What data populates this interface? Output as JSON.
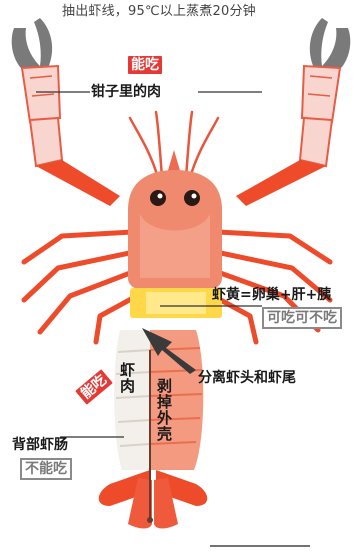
{
  "caption": "抽出虾线，95℃以上蒸煮20分钟",
  "labels": {
    "edible_badge_top": "能吃",
    "claw_meat": "钳子里的肉",
    "roe": "虾黄=卵巢+肝+胰",
    "roe_status": "可吃可不吃",
    "separate": "分离虾头和虾尾",
    "tail_meat": "虾肉",
    "edible_badge_body": "能吃",
    "remove_shell": "剥掉外壳",
    "intestine": "背部虾肠",
    "intestine_status": "不能吃"
  },
  "colors": {
    "badge_red": "#e53935",
    "shell_red": "#ee4b2b",
    "claw_pink": "#f7d0c8",
    "roe_yellow": "#ffd84a",
    "gray_text": "#7a7a7a"
  }
}
